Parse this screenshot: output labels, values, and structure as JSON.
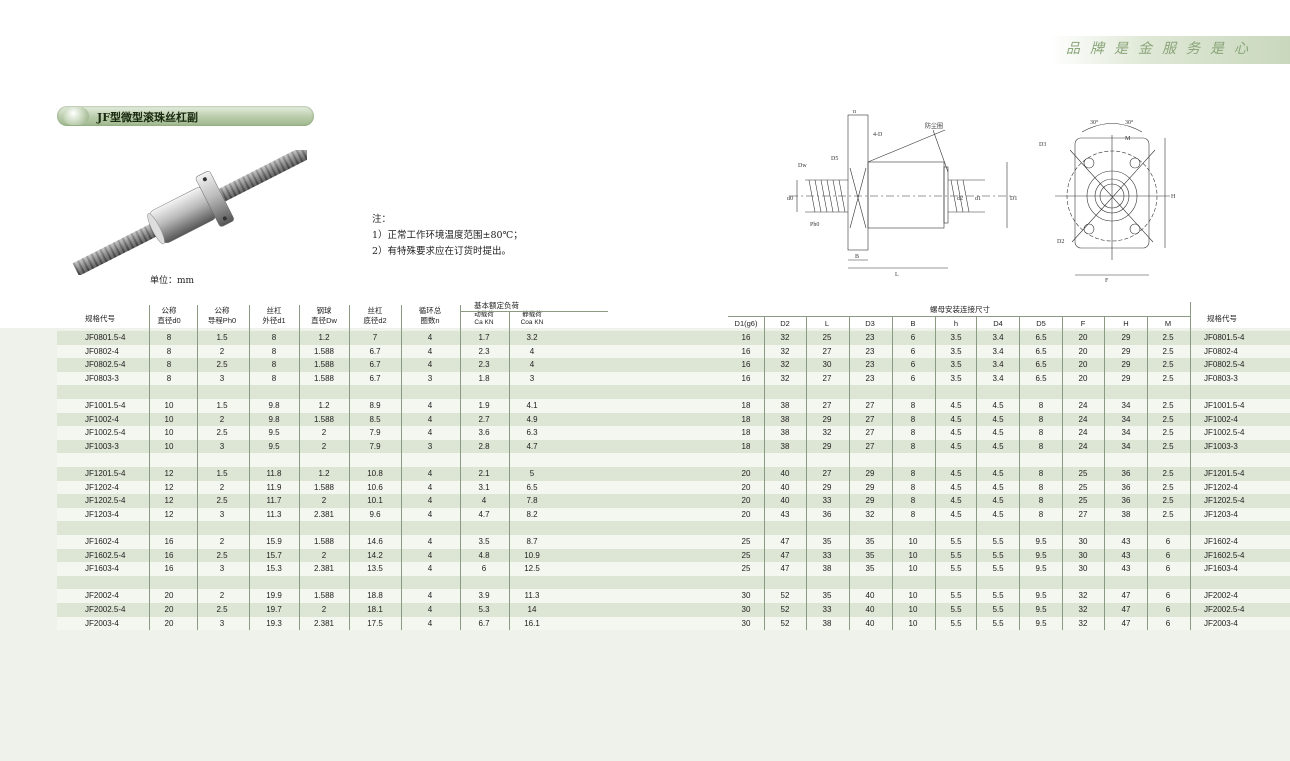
{
  "slogan": "品牌是金服务是心",
  "section_title": "JF型微型滚珠丝杠副",
  "unit_label": "单位：mm",
  "notes": {
    "heading": "注：",
    "items": [
      "1）正常工作环境温度范围±80℃；",
      "2）有特殊要求应在订货时提出。"
    ]
  },
  "drawing_labels": {
    "dust_seal": "防尘圈",
    "h": "h",
    "hole": "4-D",
    "D5": "D5",
    "Dw": "Dw",
    "d0": "d0",
    "Ph": "Ph0",
    "d2": "d2",
    "d1": "d1",
    "D1": "D1",
    "B": "B",
    "L": "L",
    "D3": "D3",
    "D2": "D2",
    "angle1": "30°",
    "angle2": "30°",
    "M": "M",
    "H": "H",
    "F": "F"
  },
  "left_headers": {
    "code": "规格代号",
    "d0": [
      "公称",
      "直径d0"
    ],
    "ph": [
      "公称",
      "导程Ph0"
    ],
    "d1": [
      "丝杠",
      "外径d1"
    ],
    "dw": [
      "钢球",
      "直径Dw"
    ],
    "d2": [
      "丝杠",
      "底径d2"
    ],
    "n": [
      "循环总",
      "圈数n"
    ],
    "load_group": "基本额定负荷",
    "ca": [
      "动载荷",
      "Ca KN"
    ],
    "coa": [
      "静载荷",
      "Coa KN"
    ]
  },
  "right_headers": {
    "group": "螺母安装连接尺寸",
    "cols": [
      "D1(g6)",
      "D2",
      "L",
      "D3",
      "B",
      "h",
      "D4",
      "D5",
      "F",
      "H",
      "M"
    ],
    "code": "规格代号"
  },
  "groups": [
    {
      "rows": [
        [
          "JF0801.5-4",
          "8",
          "1.5",
          "8",
          "1.2",
          "7",
          "4",
          "1.7",
          "3.2",
          "16",
          "32",
          "25",
          "23",
          "6",
          "3.5",
          "3.4",
          "6.5",
          "20",
          "29",
          "2.5"
        ],
        [
          "JF0802-4",
          "8",
          "2",
          "8",
          "1.588",
          "6.7",
          "4",
          "2.3",
          "4",
          "16",
          "32",
          "27",
          "23",
          "6",
          "3.5",
          "3.4",
          "6.5",
          "20",
          "29",
          "2.5"
        ],
        [
          "JF0802.5-4",
          "8",
          "2.5",
          "8",
          "1.588",
          "6.7",
          "4",
          "2.3",
          "4",
          "16",
          "32",
          "30",
          "23",
          "6",
          "3.5",
          "3.4",
          "6.5",
          "20",
          "29",
          "2.5"
        ],
        [
          "JF0803-3",
          "8",
          "3",
          "8",
          "1.588",
          "6.7",
          "3",
          "1.8",
          "3",
          "16",
          "32",
          "27",
          "23",
          "6",
          "3.5",
          "3.4",
          "6.5",
          "20",
          "29",
          "2.5"
        ]
      ]
    },
    {
      "rows": [
        [
          "JF1001.5-4",
          "10",
          "1.5",
          "9.8",
          "1.2",
          "8.9",
          "4",
          "1.9",
          "4.1",
          "18",
          "38",
          "27",
          "27",
          "8",
          "4.5",
          "4.5",
          "8",
          "24",
          "34",
          "2.5"
        ],
        [
          "JF1002-4",
          "10",
          "2",
          "9.8",
          "1.588",
          "8.5",
          "4",
          "2.7",
          "4.9",
          "18",
          "38",
          "29",
          "27",
          "8",
          "4.5",
          "4.5",
          "8",
          "24",
          "34",
          "2.5"
        ],
        [
          "JF1002.5-4",
          "10",
          "2.5",
          "9.5",
          "2",
          "7.9",
          "4",
          "3.6",
          "6.3",
          "18",
          "38",
          "32",
          "27",
          "8",
          "4.5",
          "4.5",
          "8",
          "24",
          "34",
          "2.5"
        ],
        [
          "JF1003-3",
          "10",
          "3",
          "9.5",
          "2",
          "7.9",
          "3",
          "2.8",
          "4.7",
          "18",
          "38",
          "29",
          "27",
          "8",
          "4.5",
          "4.5",
          "8",
          "24",
          "34",
          "2.5"
        ]
      ]
    },
    {
      "rows": [
        [
          "JF1201.5-4",
          "12",
          "1.5",
          "11.8",
          "1.2",
          "10.8",
          "4",
          "2.1",
          "5",
          "20",
          "40",
          "27",
          "29",
          "8",
          "4.5",
          "4.5",
          "8",
          "25",
          "36",
          "2.5"
        ],
        [
          "JF1202-4",
          "12",
          "2",
          "11.9",
          "1.588",
          "10.6",
          "4",
          "3.1",
          "6.5",
          "20",
          "40",
          "29",
          "29",
          "8",
          "4.5",
          "4.5",
          "8",
          "25",
          "36",
          "2.5"
        ],
        [
          "JF1202.5-4",
          "12",
          "2.5",
          "11.7",
          "2",
          "10.1",
          "4",
          "4",
          "7.8",
          "20",
          "40",
          "33",
          "29",
          "8",
          "4.5",
          "4.5",
          "8",
          "25",
          "36",
          "2.5"
        ],
        [
          "JF1203-4",
          "12",
          "3",
          "11.3",
          "2.381",
          "9.6",
          "4",
          "4.7",
          "8.2",
          "20",
          "43",
          "36",
          "32",
          "8",
          "4.5",
          "4.5",
          "8",
          "27",
          "38",
          "2.5"
        ]
      ]
    },
    {
      "rows": [
        [
          "JF1602-4",
          "16",
          "2",
          "15.9",
          "1.588",
          "14.6",
          "4",
          "3.5",
          "8.7",
          "25",
          "47",
          "35",
          "35",
          "10",
          "5.5",
          "5.5",
          "9.5",
          "30",
          "43",
          "6"
        ],
        [
          "JF1602.5-4",
          "16",
          "2.5",
          "15.7",
          "2",
          "14.2",
          "4",
          "4.8",
          "10.9",
          "25",
          "47",
          "33",
          "35",
          "10",
          "5.5",
          "5.5",
          "9.5",
          "30",
          "43",
          "6"
        ],
        [
          "JF1603-4",
          "16",
          "3",
          "15.3",
          "2.381",
          "13.5",
          "4",
          "6",
          "12.5",
          "25",
          "47",
          "38",
          "35",
          "10",
          "5.5",
          "5.5",
          "9.5",
          "30",
          "43",
          "6"
        ]
      ]
    },
    {
      "rows": [
        [
          "JF2002-4",
          "20",
          "2",
          "19.9",
          "1.588",
          "18.8",
          "4",
          "3.9",
          "11.3",
          "30",
          "52",
          "35",
          "40",
          "10",
          "5.5",
          "5.5",
          "9.5",
          "32",
          "47",
          "6"
        ],
        [
          "JF2002.5-4",
          "20",
          "2.5",
          "19.7",
          "2",
          "18.1",
          "4",
          "5.3",
          "14",
          "30",
          "52",
          "33",
          "40",
          "10",
          "5.5",
          "5.5",
          "9.5",
          "32",
          "47",
          "6"
        ],
        [
          "JF2003-4",
          "20",
          "3",
          "19.3",
          "2.381",
          "17.5",
          "4",
          "6.7",
          "16.1",
          "30",
          "52",
          "38",
          "40",
          "10",
          "5.5",
          "5.5",
          "9.5",
          "32",
          "47",
          "6"
        ]
      ]
    }
  ]
}
